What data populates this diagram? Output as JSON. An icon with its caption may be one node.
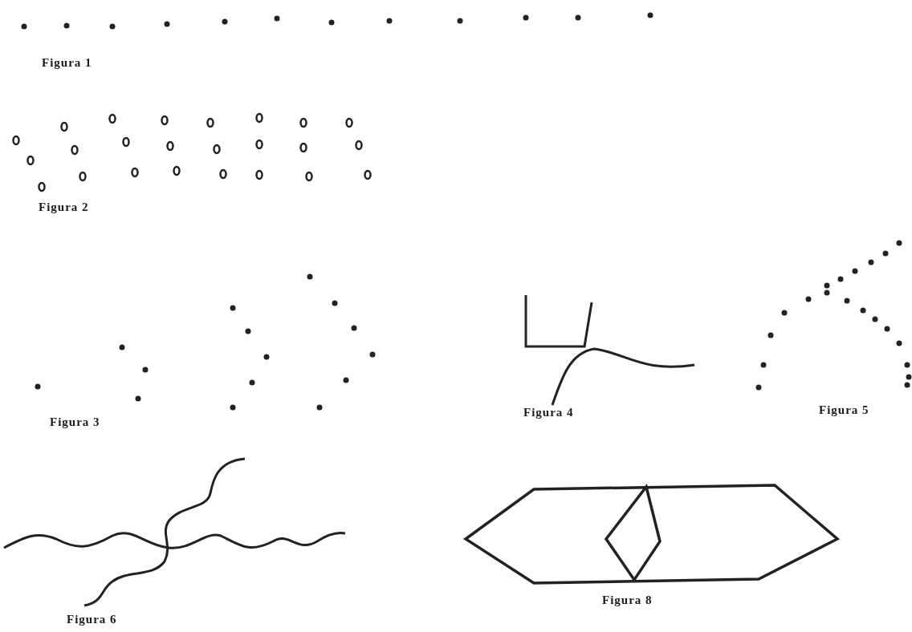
{
  "diagram": {
    "labels": [
      "Figura 1",
      "Figura 2",
      "Figura 3",
      "Figura 4",
      "Figura 5",
      "Figura 6",
      "Figura 8"
    ]
  }
}
